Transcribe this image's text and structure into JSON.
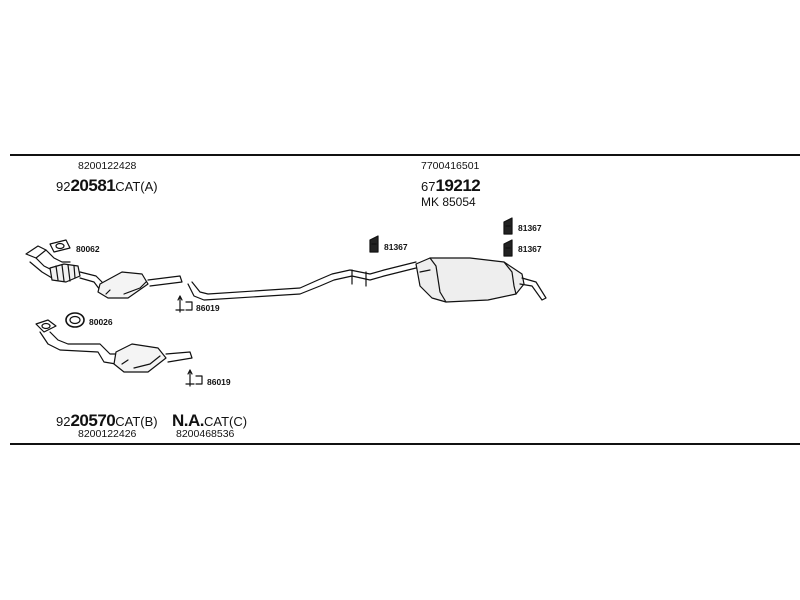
{
  "top_left": {
    "oe_number": "8200122428",
    "part_prefix": "92",
    "part_bold": "20581",
    "part_suffix": "CAT(A)"
  },
  "top_center": {
    "oe_number": "7700416501",
    "part_prefix": "67",
    "part_bold": "19212",
    "kit": "MK  85054"
  },
  "bottom_left": {
    "part_prefix": "92",
    "part_bold": "20570",
    "part_suffix": "CAT(B)",
    "oe_number": "8200122426"
  },
  "bottom_mid": {
    "part_bold": "N.A.",
    "part_suffix": "CAT(C)",
    "oe_number": "8200468536"
  },
  "component_tags": {
    "gasket_a": "80062",
    "gasket_b": "80026",
    "clamp_a": "86019",
    "clamp_b": "86019",
    "hanger_mid": "81367",
    "hanger_top": "81367",
    "hanger_low": "81367"
  },
  "colors": {
    "line": "#111111",
    "background": "#ffffff"
  }
}
